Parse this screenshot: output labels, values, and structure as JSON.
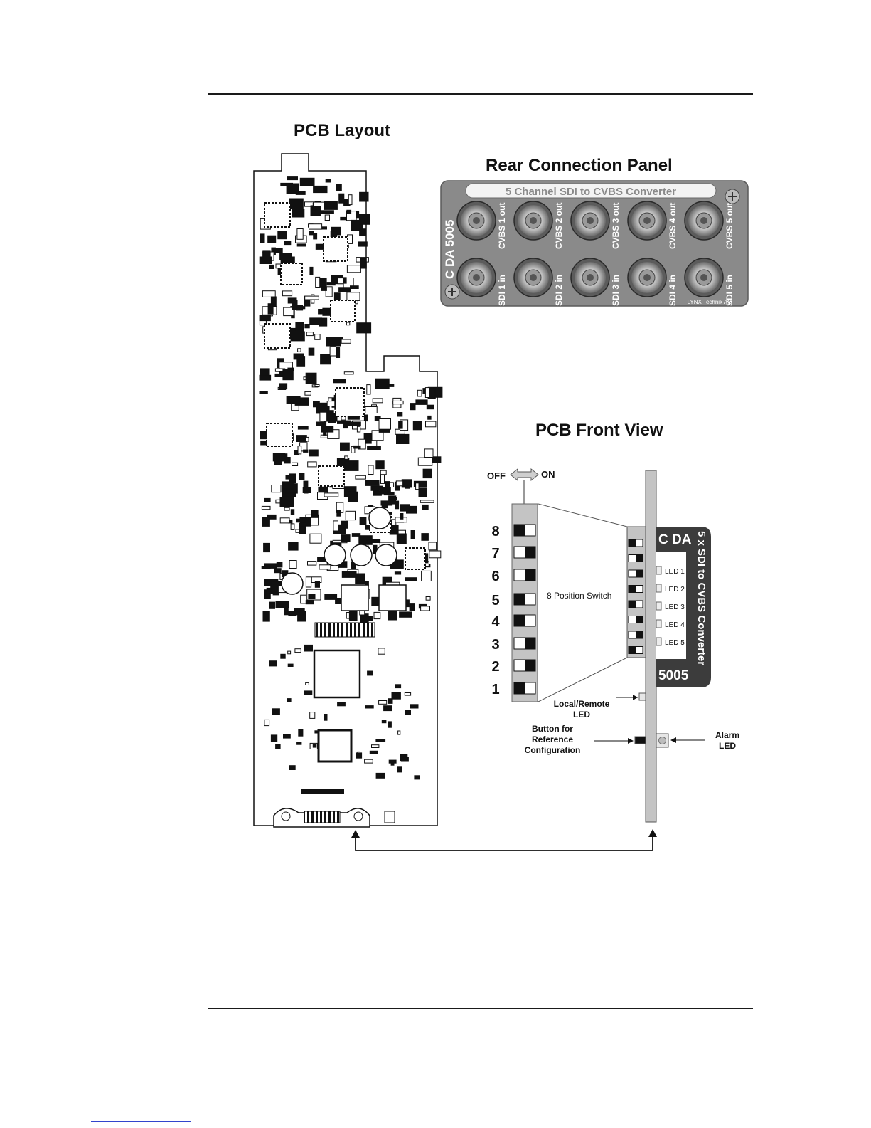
{
  "titles": {
    "pcb_layout": "PCB Layout",
    "rear_panel": "Rear Connection Panel",
    "front_view": "PCB Front View"
  },
  "rear_panel": {
    "banner": "5 Channel SDI to CVBS Converter",
    "model": "C DA 5005",
    "maker": "LYNX Technik AG",
    "outputs": [
      "CVBS 1 out",
      "CVBS 2 out",
      "CVBS 3 out",
      "CVBS 4 out",
      "CVBS 5 out"
    ],
    "inputs": [
      "SDI 1 in",
      "SDI 2 in",
      "SDI 3 in",
      "SDI 4 in",
      "SDI 5 in"
    ]
  },
  "front_view": {
    "off_label": "OFF",
    "on_label": "ON",
    "switch_numbers": [
      "8",
      "7",
      "6",
      "5",
      "4",
      "3",
      "2",
      "1"
    ],
    "switch_label": "8 Position Switch",
    "card_model_top": "C DA",
    "card_model_bottom": "5005",
    "card_desc": "5 x SDI to CVBS Converter",
    "leds": [
      "LED 1",
      "LED 2",
      "LED 3",
      "LED 4",
      "LED 5"
    ],
    "local_remote_line1": "Local/Remote",
    "local_remote_line2": "LED",
    "button_line1": "Button for",
    "button_line2": "Reference",
    "button_line3": "Configuration",
    "alarm_line1": "Alarm",
    "alarm_line2": "LED"
  },
  "colors": {
    "panel": "#8a8a8a",
    "panel_dark": "#3c3c3c",
    "card": "#c4c4c4",
    "line": "#111111"
  }
}
